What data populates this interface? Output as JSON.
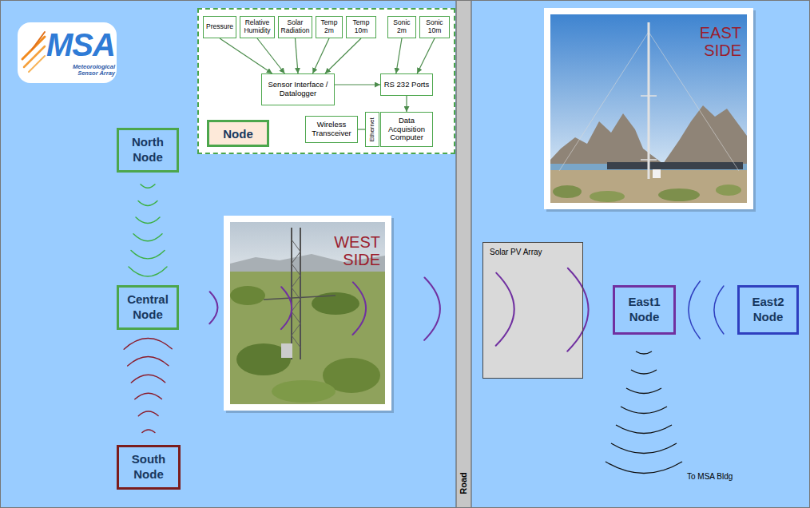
{
  "diagram": {
    "nodes": [
      {
        "text": [
          "Node"
        ]
      },
      {
        "text": [
          "Pressure"
        ],
        "in": 0
      },
      {
        "text": [
          "Relative Humidity"
        ],
        "in": 0
      },
      {
        "text": [
          "Solar Radiation"
        ],
        "in": 0
      },
      {
        "text": [
          "Temp 2m"
        ],
        "in": 0
      },
      {
        "text": [
          "Temp 10m"
        ],
        "in": 0
      },
      {
        "text": [
          "Sonic 2m"
        ],
        "in": 0
      },
      {
        "text": [
          "Sonic 10m"
        ],
        "in": 0
      },
      {
        "text": [
          "Sensor Interface / Datalogger"
        ],
        "in": 0
      },
      {
        "text": [
          "RS 232 Ports"
        ],
        "in": 0
      },
      {
        "text": [
          "Wireless Transceiver"
        ],
        "in": 0
      },
      {
        "text": [
          "Ethernet"
        ],
        "in": 0
      },
      {
        "text": [
          "Data Acquisition Computer"
        ],
        "in": 0
      },
      {
        "text": [
          "North Node"
        ]
      },
      {
        "text": [
          "Central Node"
        ]
      },
      {
        "text": [
          "South Node"
        ]
      },
      {
        "text": [
          "Solar PV Array"
        ]
      },
      {
        "text": [
          "East1 Node"
        ]
      },
      {
        "text": [
          "East2 Node"
        ]
      }
    ],
    "edges": [
      {
        "from": 1,
        "to": 8,
        "arrow": "to"
      },
      {
        "from": 2,
        "to": 8,
        "arrow": "to"
      },
      {
        "from": 3,
        "to": 8,
        "arrow": "to"
      },
      {
        "from": 4,
        "to": 8,
        "arrow": "to"
      },
      {
        "from": 5,
        "to": 8,
        "arrow": "to"
      },
      {
        "from": 6,
        "to": 9,
        "arrow": "to"
      },
      {
        "from": 7,
        "to": 9,
        "arrow": "to"
      },
      {
        "from": 8,
        "to": 9,
        "arrow": "to"
      },
      {
        "from": 9,
        "to": 12,
        "arrow": "to"
      },
      {
        "from": 10,
        "to": 11,
        "arrow": "none"
      },
      {
        "from": 13,
        "to": 14,
        "arrow": "none"
      },
      {
        "from": 15,
        "to": 14,
        "arrow": "none"
      },
      {
        "from": 14,
        "to": 17,
        "arrow": "none"
      },
      {
        "from": 18,
        "to": 17,
        "arrow": "none"
      }
    ],
    "labels": [
      "MSA",
      "Meteorological Sensor Array",
      "EAST SIDE",
      "WEST SIDE",
      "Road",
      "To MSA Bldg"
    ]
  }
}
